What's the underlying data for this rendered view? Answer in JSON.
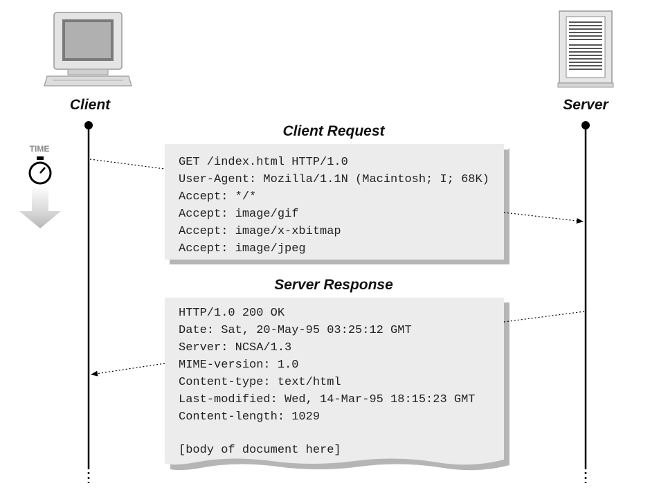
{
  "client_label": "Client",
  "server_label": "Server",
  "time_label": "TIME",
  "request": {
    "title": "Client Request",
    "lines": [
      "GET /index.html HTTP/1.0",
      "User-Agent: Mozilla/1.1N (Macintosh; I; 68K)",
      "Accept: */*",
      "Accept: image/gif",
      "Accept: image/x-xbitmap",
      "Accept: image/jpeg"
    ]
  },
  "response": {
    "title": "Server Response",
    "lines": [
      "HTTP/1.0 200 OK",
      "Date: Sat, 20-May-95 03:25:12 GMT",
      "Server: NCSA/1.3",
      "MIME-version: 1.0",
      "Content-type: text/html",
      "Last-modified: Wed, 14-Mar-95 18:15:23 GMT",
      "Content-length: 1029",
      "",
      "[body of document here]"
    ]
  },
  "colors": {
    "box_fill": "#ececec",
    "box_shadow": "#b5b5b5",
    "line": "#000000",
    "arrow_gray": "#c8c8c8"
  }
}
